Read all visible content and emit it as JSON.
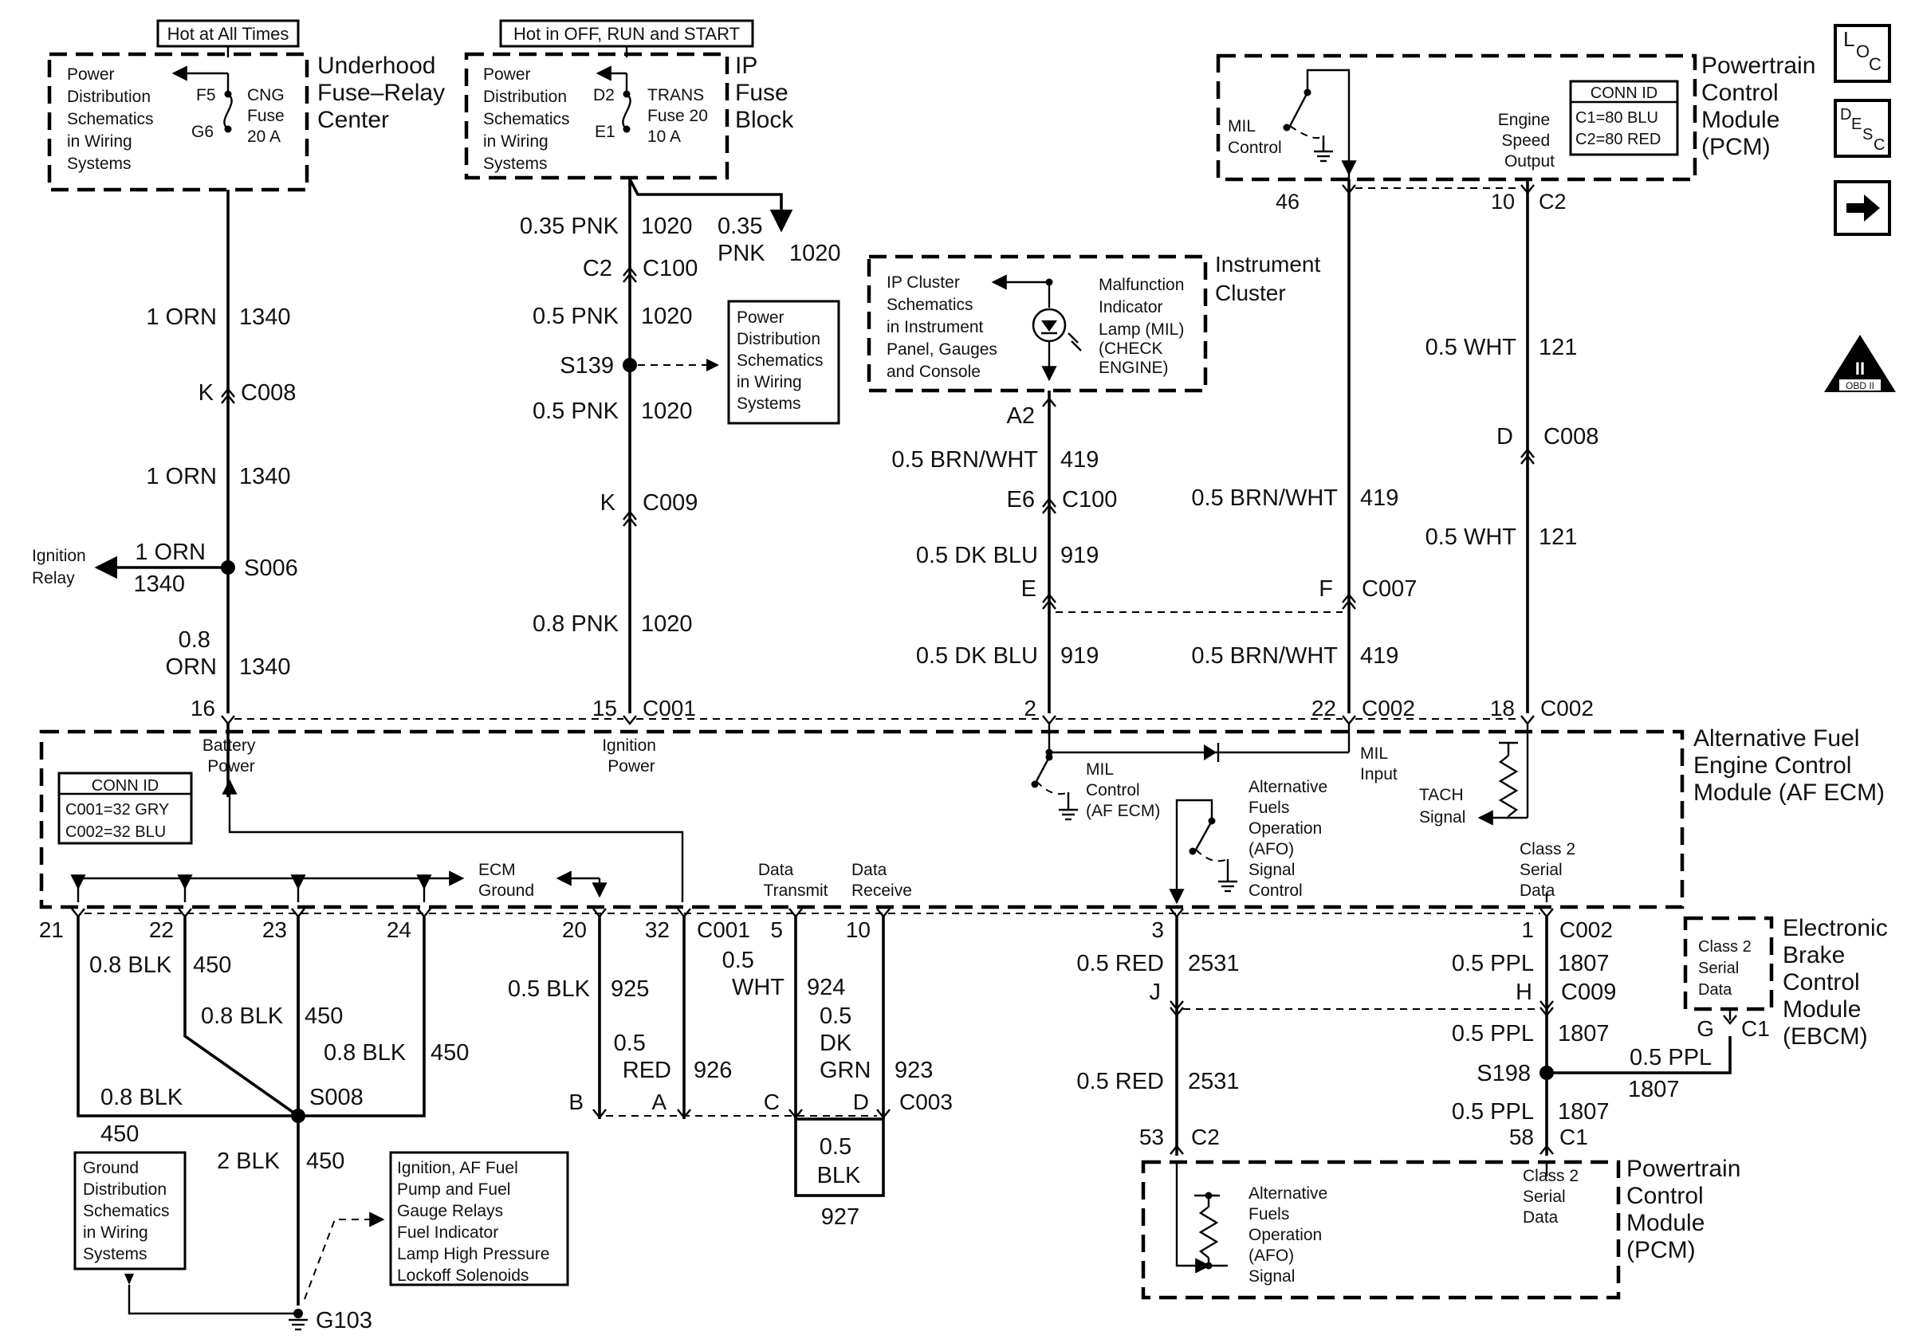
{
  "headers": {
    "hot_always": "Hot at All Times",
    "hot_run": "Hot in OFF, RUN and START"
  },
  "uhfrc": {
    "schem": [
      "Power",
      "Distribution",
      "Schematics",
      "in Wiring",
      "Systems"
    ],
    "fuse_pins": [
      "F5",
      "G6"
    ],
    "fuse_label": [
      "CNG",
      "Fuse",
      "20 A"
    ],
    "title": [
      "Underhood",
      "Fuse–Relay",
      "Center"
    ]
  },
  "ipfb": {
    "schem": [
      "Power",
      "Distribution",
      "Schematics",
      "in Wiring",
      "Systems"
    ],
    "fuse_pins": [
      "D2",
      "E1"
    ],
    "fuse_label": [
      "TRANS",
      "Fuse 20",
      "10 A"
    ],
    "title": [
      "IP",
      "Fuse",
      "Block"
    ]
  },
  "pcm_top": {
    "title": [
      "Powertrain",
      "Control",
      "Module",
      "(PCM)"
    ],
    "mil": [
      "MIL",
      "Control"
    ],
    "eso": [
      "Engine",
      "Speed",
      "Output"
    ],
    "conn_title": "CONN ID",
    "conn": [
      "C1=80 BLU",
      "C2=80 RED"
    ],
    "pins": [
      "46",
      "10",
      "C2"
    ]
  },
  "cluster": {
    "title": [
      "Instrument",
      "Cluster"
    ],
    "schem": [
      "IP Cluster",
      "Schematics",
      "in Instrument",
      "Panel, Gauges",
      "and Console"
    ],
    "lamp": [
      "Malfunction",
      "Indicator",
      "Lamp (MIL)",
      "(CHECK",
      "ENGINE)"
    ],
    "pin": "A2"
  },
  "power_box": [
    "Power",
    "Distribution",
    "Schematics",
    "in Wiring",
    "Systems"
  ],
  "col1": {
    "w1": [
      "1 ORN",
      "1340"
    ],
    "conn_c008": [
      "K",
      "C008"
    ],
    "w2": [
      "1 ORN",
      "1340"
    ],
    "ign_relay": [
      "Ignition",
      "Relay"
    ],
    "s006_wire": [
      "1 ORN",
      "1340"
    ],
    "s006": "S006",
    "w3": [
      "0.8",
      "ORN",
      "1340"
    ]
  },
  "col2": {
    "w1": [
      "0.35 PNK",
      "1020"
    ],
    "w1b": [
      "0.35",
      "PNK",
      "1020"
    ],
    "conn_c100": [
      "C2",
      "C100"
    ],
    "w2": [
      "0.5 PNK",
      "1020"
    ],
    "s139": "S139",
    "w3": [
      "0.5 PNK",
      "1020"
    ],
    "conn_c009": [
      "K",
      "C009"
    ],
    "w4": [
      "0.8 PNK",
      "1020"
    ]
  },
  "col3": {
    "w1": [
      "0.5 BRN/WHT",
      "419"
    ],
    "conn_c100": [
      "E6",
      "C100"
    ],
    "w2": [
      "0.5 DK BLU",
      "919"
    ],
    "pin_e": "E",
    "w3": [
      "0.5 DK BLU",
      "919"
    ]
  },
  "col4": {
    "w1": [
      "0.5 BRN/WHT",
      "419"
    ],
    "conn_c007": [
      "F",
      "C007"
    ],
    "w2": [
      "0.5 BRN/WHT",
      "419"
    ]
  },
  "col5": {
    "w1": [
      "0.5 WHT",
      "121"
    ],
    "conn_c008": [
      "D",
      "C008"
    ],
    "w2": [
      "0.5 WHT",
      "121"
    ]
  },
  "af_pins_top": [
    "16",
    "15",
    "C001",
    "2",
    "22",
    "C002",
    "18",
    "C002"
  ],
  "af": {
    "title": [
      "Alternative Fuel",
      "Engine Control",
      "Module (AF ECM)"
    ],
    "batt": [
      "Battery",
      "Power"
    ],
    "ign": [
      "Ignition",
      "Power"
    ],
    "conn_title": "CONN ID",
    "conn": [
      "C001=32 GRY",
      "C002=32 BLU"
    ],
    "mil_ctrl": [
      "MIL",
      "Control",
      "(AF ECM)"
    ],
    "mil_in": [
      "MIL",
      "Input"
    ],
    "tach": [
      "TACH",
      "Signal"
    ],
    "afo": [
      "Alternative",
      "Fuels",
      "Operation",
      "(AFO)",
      "Signal",
      "Control"
    ],
    "class2": [
      "Class 2",
      "Serial",
      "Data"
    ],
    "ecm_gnd": [
      "ECM",
      "Ground"
    ],
    "dt": [
      "Data",
      "Transmit"
    ],
    "dr": [
      "Data",
      "Receive"
    ]
  },
  "af_pins_bottom": [
    "21",
    "22",
    "23",
    "24",
    "20",
    "32",
    "C001",
    "5",
    "10",
    "3",
    "1",
    "C002"
  ],
  "gnd": {
    "w450": [
      "0.8 BLK",
      "450"
    ],
    "s008": "S008",
    "w_b": [
      "0.8 BLK",
      "450"
    ],
    "w_2blk": [
      "2 BLK",
      "450"
    ],
    "gdist": [
      "Ground",
      "Distribution",
      "Schematics",
      "in Wiring",
      "Systems"
    ],
    "ign_box": [
      "Ignition, AF Fuel",
      "Pump and Fuel",
      "Gauge Relays",
      "Fuel Indicator",
      "Lamp High Pressure",
      "Lockoff Solenoids"
    ],
    "g103": "G103"
  },
  "data": {
    "w925": [
      "0.5 BLK",
      "925"
    ],
    "w926": [
      "0.5",
      "RED",
      "926"
    ],
    "w924": [
      "0.5",
      "WHT",
      "924"
    ],
    "w923": [
      "0.5",
      "DK",
      "GRN",
      "923"
    ],
    "c003": [
      "B",
      "A",
      "C",
      "D",
      "C003"
    ],
    "w927": [
      "0.5",
      "BLK",
      "927"
    ]
  },
  "col6": {
    "w1": [
      "0.5 RED",
      "2531"
    ],
    "pin_j": "J",
    "w2": [
      "0.5 RED",
      "2531"
    ],
    "pins": [
      "53",
      "C2"
    ]
  },
  "col7": {
    "w1": [
      "0.5 PPL",
      "1807"
    ],
    "conn_c009": [
      "H",
      "C009"
    ],
    "w2": [
      "0.5 PPL",
      "1807"
    ],
    "s198": "S198",
    "w_side": [
      "0.5 PPL",
      "1807"
    ],
    "w3": [
      "0.5 PPL",
      "1807"
    ],
    "pins": [
      "58",
      "C1"
    ]
  },
  "ebcm": {
    "title": [
      "Electronic",
      "Brake",
      "Control",
      "Module",
      "(EBCM)"
    ],
    "box": [
      "Class 2",
      "Serial",
      "Data"
    ],
    "pins": [
      "G",
      "C1"
    ]
  },
  "pcm_bottom": {
    "title": [
      "Powertrain",
      "Control",
      "Module",
      "(PCM)"
    ],
    "afo": [
      "Alternative",
      "Fuels",
      "Operation",
      "(AFO)",
      "Signal"
    ],
    "class2": [
      "Class 2",
      "Serial",
      "Data"
    ]
  },
  "icons": [
    "loc-icon",
    "desc-icon",
    "next-arrow-icon",
    "obd2-icon"
  ],
  "icon_text": {
    "loc": [
      "L",
      "O",
      "C"
    ],
    "desc": [
      "D",
      "E",
      "S",
      "C"
    ],
    "obd": [
      "II",
      "OBD II"
    ]
  }
}
